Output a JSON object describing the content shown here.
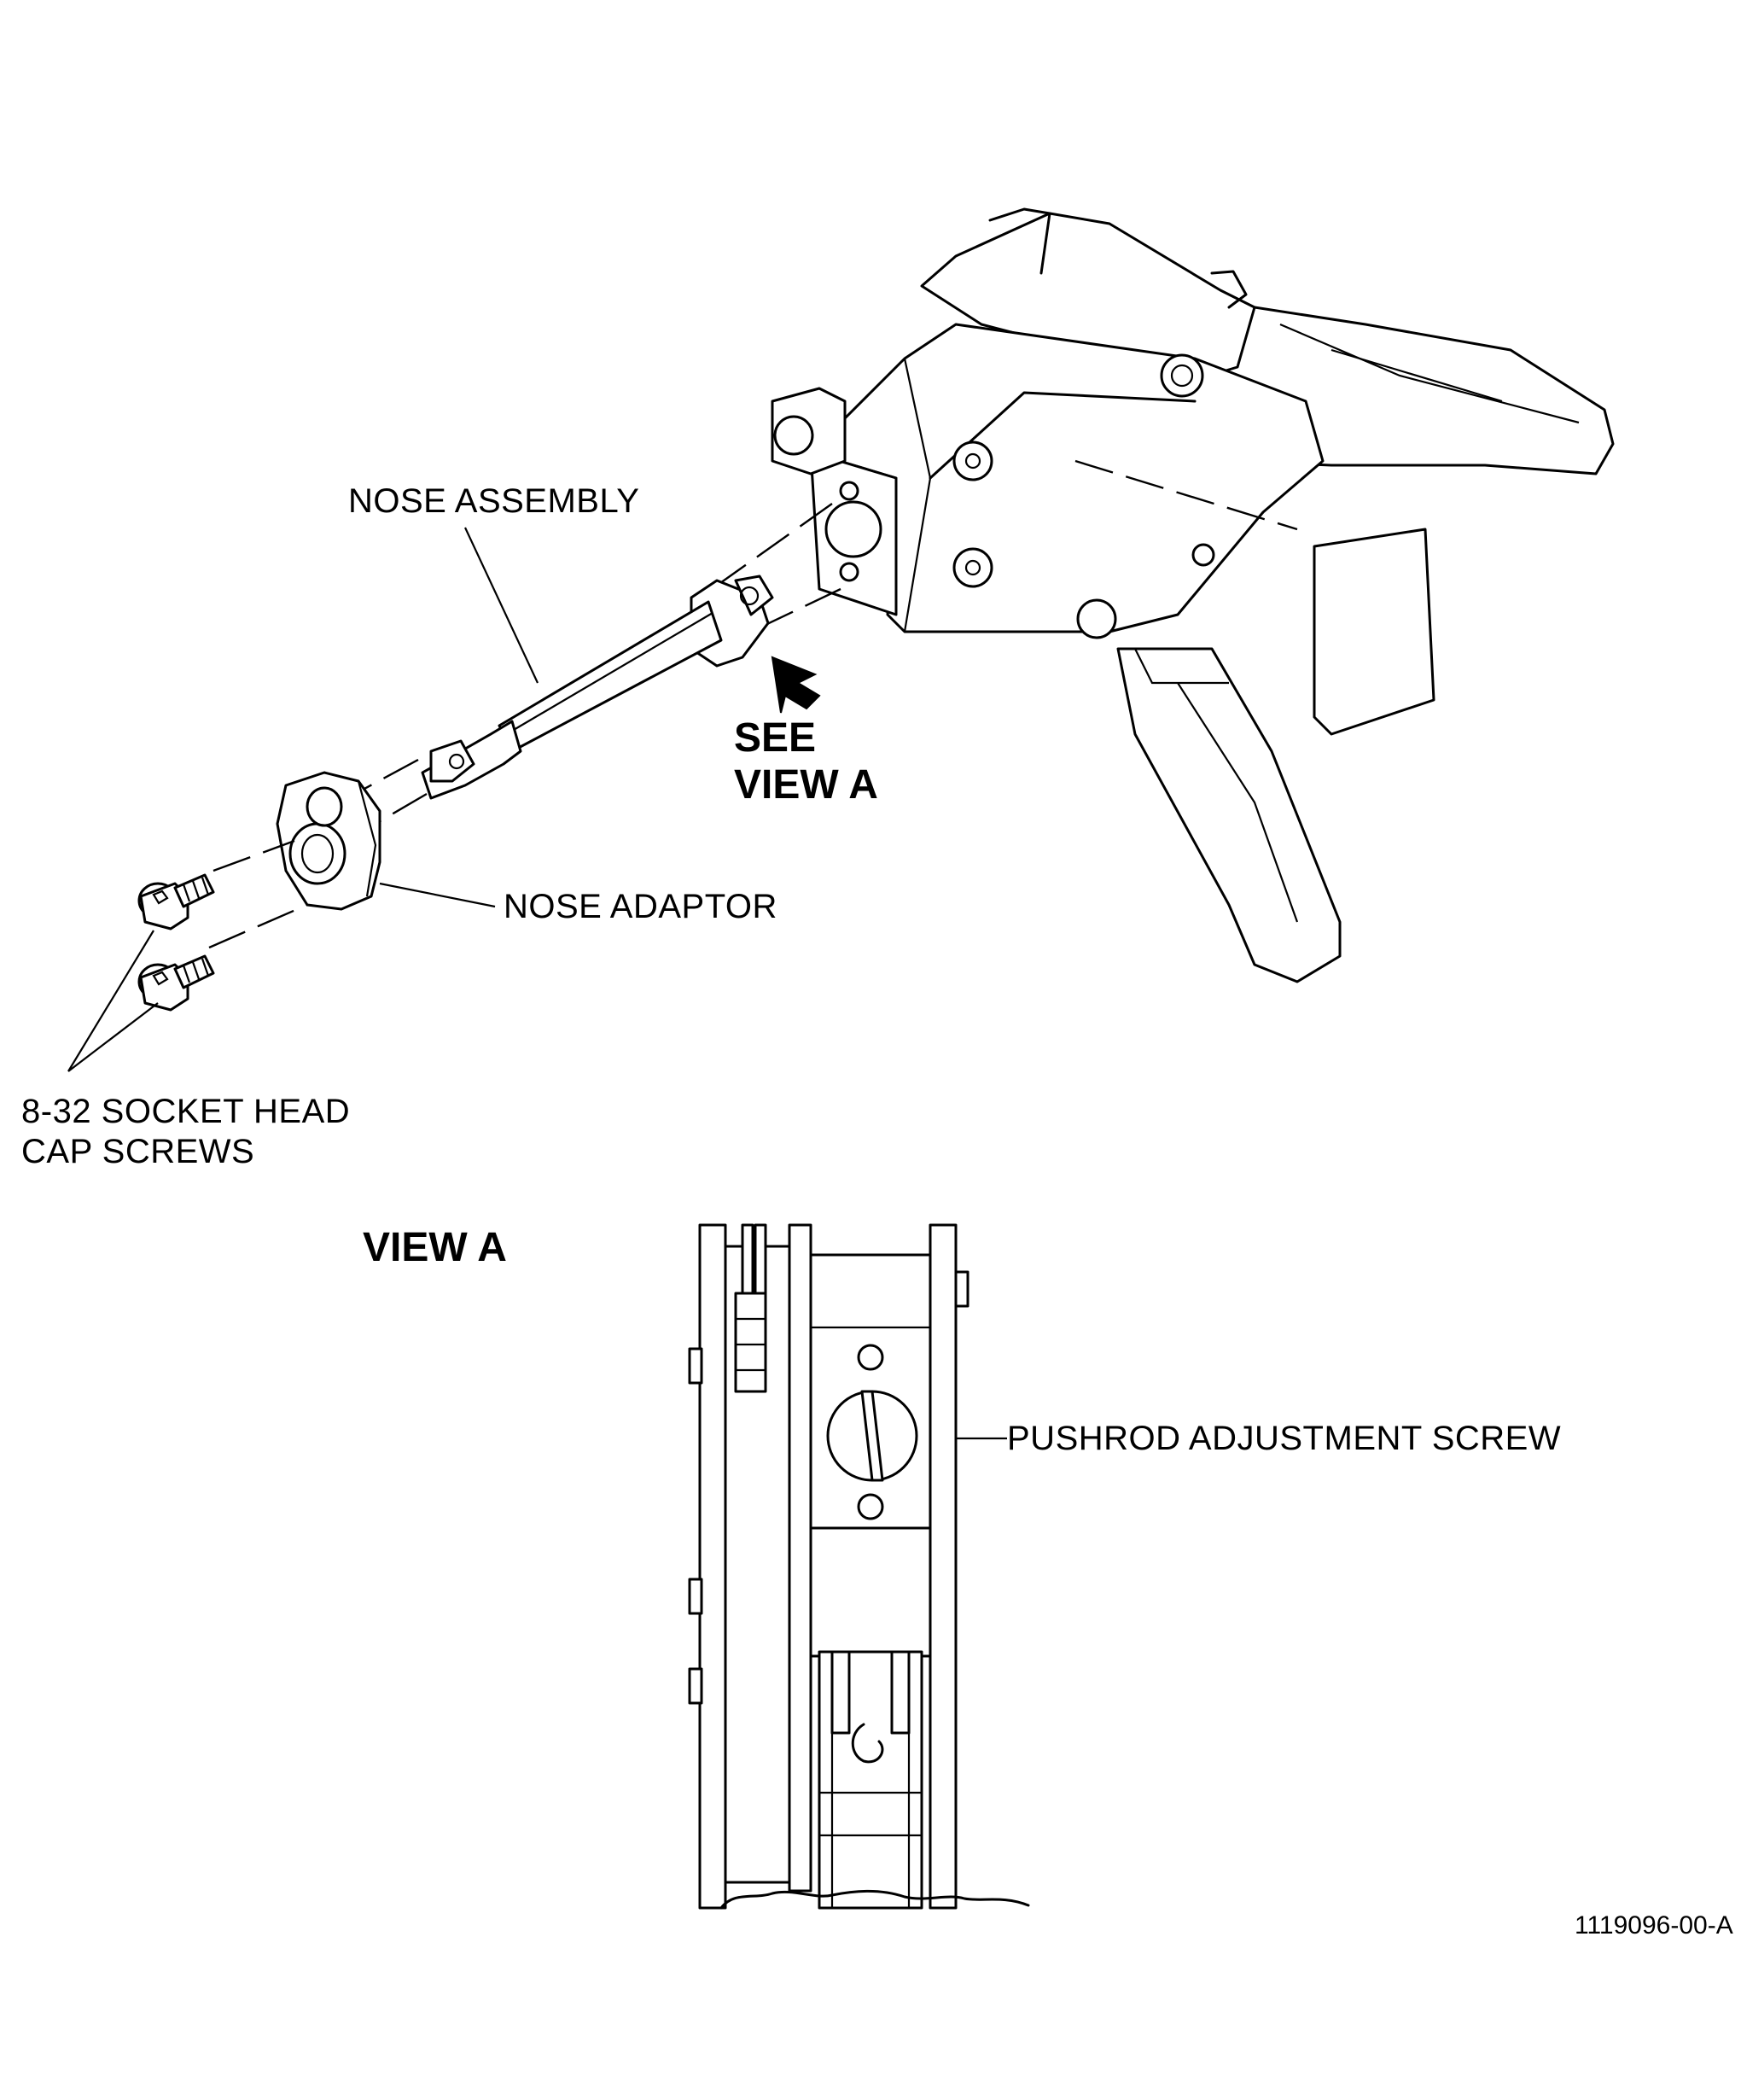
{
  "callouts": {
    "nose_assembly": "NOSE ASSEMBLY",
    "see_view_line1": "SEE",
    "see_view_line2": "VIEW A",
    "nose_adaptor": "NOSE ADAPTOR",
    "screws_line1": "8-32 SOCKET HEAD",
    "screws_line2": "CAP SCREWS",
    "view_a_title": "VIEW A",
    "pushrod_screw": "PUSHROD ADJUSTMENT SCREW"
  },
  "figure_number": "1119096-00-A"
}
